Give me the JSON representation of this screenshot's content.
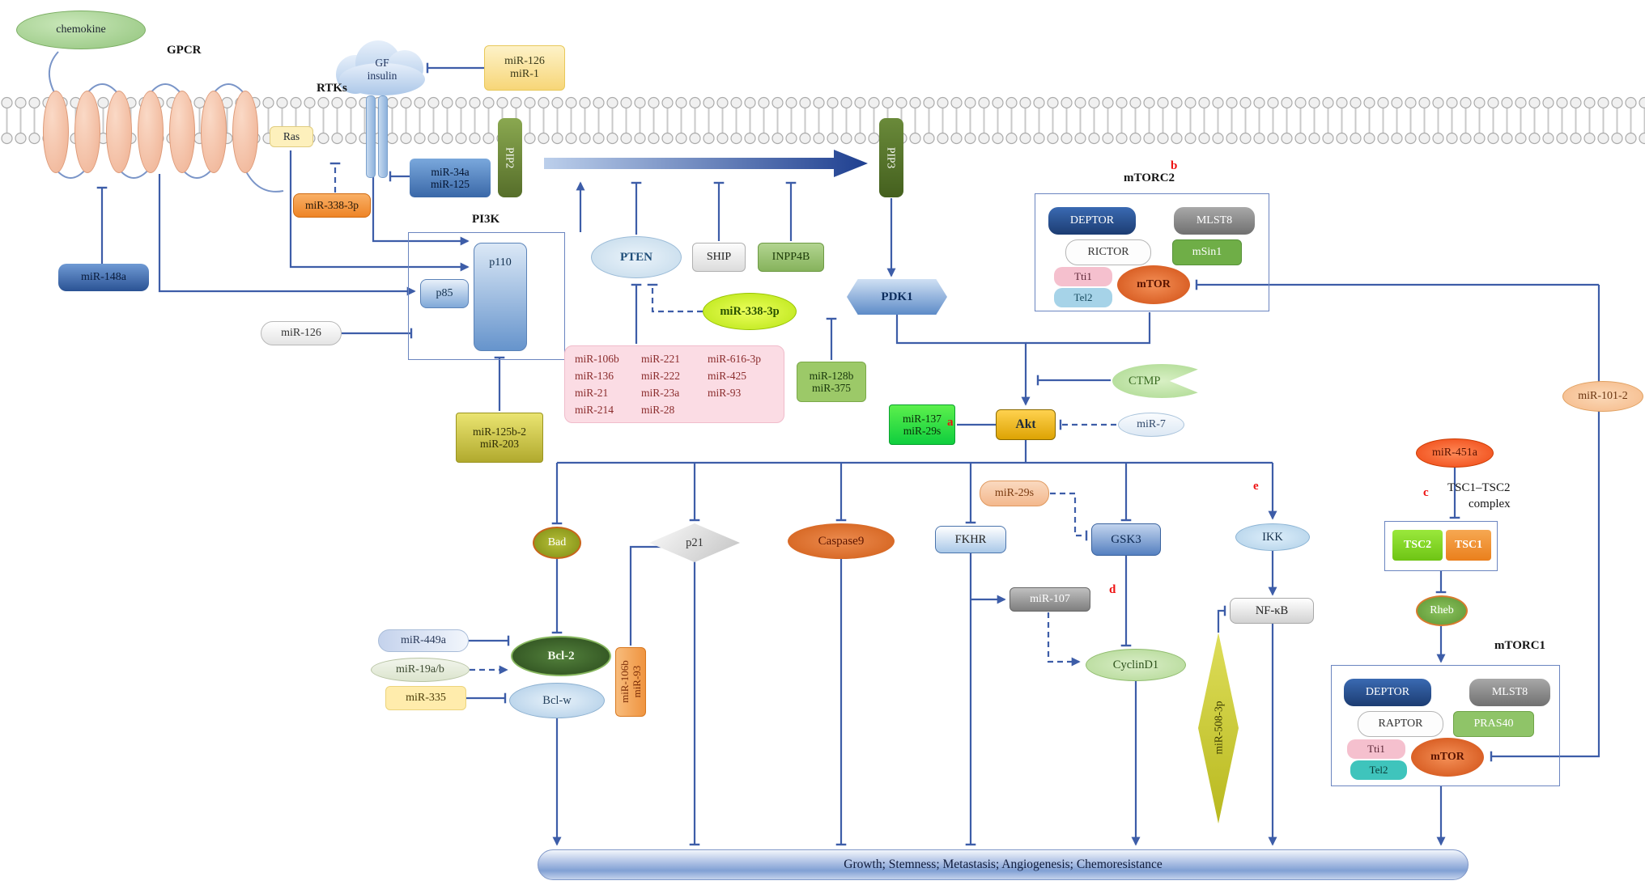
{
  "labels": {
    "gpcr": "GPCR",
    "rtks": "RTKs",
    "pi3k": "PI3K",
    "mtorc2": "mTORC2",
    "mtorc1": "mTORC1",
    "tsc_line1": "TSC1–TSC2",
    "tsc_line2": "complex"
  },
  "markers": {
    "a": "a",
    "b": "b",
    "c": "c",
    "d": "d",
    "e": "e"
  },
  "nodes": {
    "chemokine": "chemokine",
    "gf_line1": "GF",
    "gf_line2": "insulin",
    "mir126_1": [
      "miR-126",
      "miR-1"
    ],
    "ras": "Ras",
    "mir338_orange": "miR-338-3p",
    "mir34a_125": [
      "miR-34a",
      "miR-125"
    ],
    "pip2": "PIP2",
    "pip3": "PIP3",
    "mir148a": "miR-148a",
    "p85": "p85",
    "p110": "p110",
    "mir126_white": "miR-126",
    "pten": "PTEN",
    "ship": "SHIP",
    "inpp4b": "INPP4B",
    "mir338_green": "miR-338-3p",
    "pink_col1": [
      "miR-106b",
      "miR-136",
      "miR-21",
      "miR-214"
    ],
    "pink_col2": [
      "miR-221",
      "miR-222",
      "miR-23a",
      "miR-28"
    ],
    "pink_col3": [
      "miR-616-3p",
      "miR-425",
      "miR-93"
    ],
    "mir125b2": [
      "miR-125b-2",
      "miR-203"
    ],
    "mir128b": [
      "miR-128b",
      "miR-375"
    ],
    "pdk1": "PDK1",
    "deptor": "DEPTOR",
    "mlst8": "MLST8",
    "rictor": "RICTOR",
    "msin1": "mSin1",
    "tti1": "Tti1",
    "tel2": "Tel2",
    "mtor": "mTOR",
    "raptor": "RAPTOR",
    "pras40": "PRAS40",
    "ctmp": "CTMP",
    "akt": "Akt",
    "mir137": [
      "miR-137",
      "miR-29s"
    ],
    "mir7": "miR-7",
    "mir101": "miR-101-2",
    "mir451a": "miR-451a",
    "tsc2": "TSC2",
    "tsc1": "TSC1",
    "rheb": "Rheb",
    "bad": "Bad",
    "p21": "p21",
    "caspase9": "Caspase9",
    "fkhr": "FKHR",
    "gsk3": "GSK3",
    "ikk": "IKK",
    "mir29s": "miR-29s",
    "mir107": "miR-107",
    "cyclind1": "CyclinD1",
    "nfkb": "NF-κB",
    "mir508": "miR-508-3p",
    "mir449a": "miR-449a",
    "bcl2": "Bcl-2",
    "mir19ab": "miR-19a/b",
    "mir335": "miR-335",
    "bclw": "Bcl-w",
    "mir106b_93": [
      "miR-106b",
      "miR-93"
    ]
  },
  "outcome": "Growth; Stemness; Metastasis; Angiogenesis; Chemoresistance"
}
